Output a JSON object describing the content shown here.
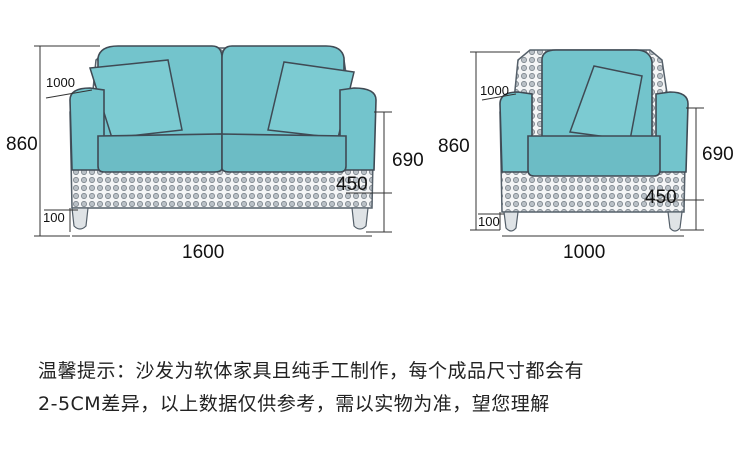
{
  "colors": {
    "fabric": "#73c4cc",
    "fabric_dark": "#3b8790",
    "outline": "#4a5560",
    "studs": "#9aa3ab",
    "dim_line": "#333333"
  },
  "loveseat": {
    "height": "860",
    "depth": "1000",
    "arm_height": "690",
    "seat_height": "450",
    "leg_height": "100",
    "width": "1600"
  },
  "armchair": {
    "height": "860",
    "depth": "1000",
    "arm_height": "690",
    "seat_height": "450",
    "leg_height": "100",
    "width": "1000"
  },
  "notice": {
    "line1": "温馨提示：沙发为软体家具且纯手工制作，每个成品尺寸都会有",
    "line2": "2-5CM差异，以上数据仅供参考，需以实物为准，望您理解"
  }
}
